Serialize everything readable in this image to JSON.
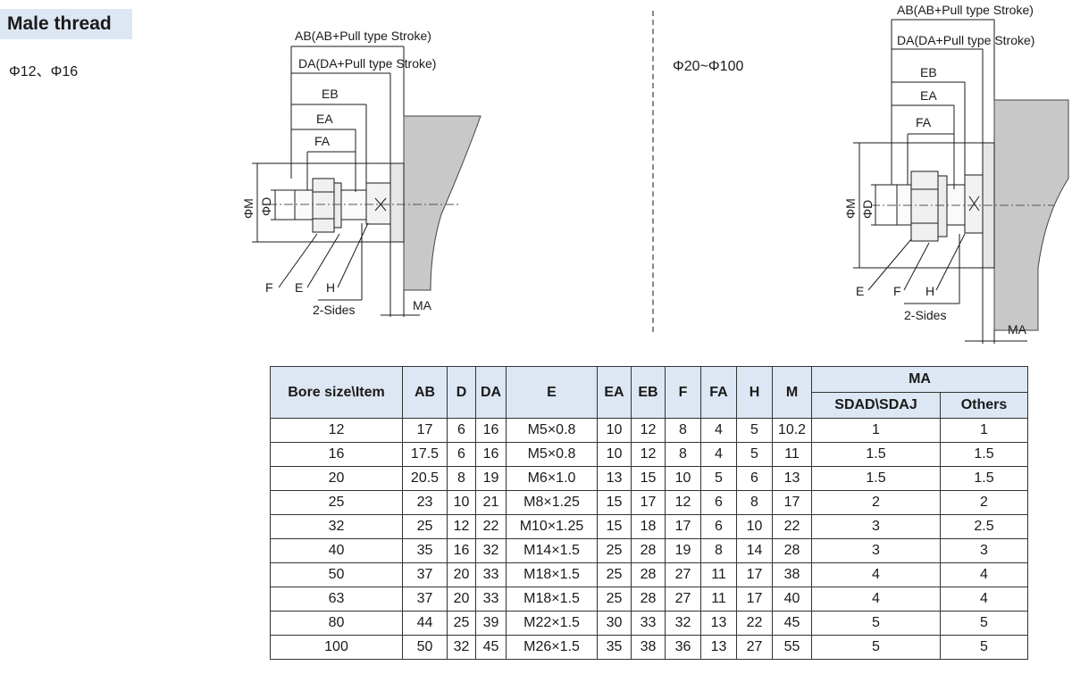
{
  "section_title": "Male thread",
  "left_diagram": {
    "range": "Φ12、Φ16",
    "labels": {
      "ab": "AB(AB+Pull type Stroke)",
      "da": "DA(DA+Pull type Stroke)",
      "eb": "EB",
      "ea": "EA",
      "fa": "FA",
      "phi_m": "ΦM",
      "phi_d": "ΦD",
      "f": "F",
      "e": "E",
      "h": "H",
      "two_sides": "2-Sides",
      "ma": "MA"
    }
  },
  "right_diagram": {
    "range": "Φ20~Φ100",
    "labels": {
      "ab": "AB(AB+Pull type Stroke)",
      "da": "DA(DA+Pull type Stroke)",
      "eb": "EB",
      "ea": "EA",
      "fa": "FA",
      "phi_m": "ΦM",
      "phi_d": "ΦD",
      "e": "E",
      "f": "F",
      "h": "H",
      "two_sides": "2-Sides",
      "ma": "MA"
    }
  },
  "table": {
    "headers": [
      "Bore size\\Item",
      "AB",
      "D",
      "DA",
      "E",
      "EA",
      "EB",
      "F",
      "FA",
      "H",
      "M"
    ],
    "group_header": "MA",
    "sub_headers": [
      "SDAD\\SDAJ",
      "Others"
    ],
    "rows": [
      [
        "12",
        "17",
        "6",
        "16",
        "M5×0.8",
        "10",
        "12",
        "8",
        "4",
        "5",
        "10.2",
        "1",
        "1"
      ],
      [
        "16",
        "17.5",
        "6",
        "16",
        "M5×0.8",
        "10",
        "12",
        "8",
        "4",
        "5",
        "11",
        "1.5",
        "1.5"
      ],
      [
        "20",
        "20.5",
        "8",
        "19",
        "M6×1.0",
        "13",
        "15",
        "10",
        "5",
        "6",
        "13",
        "1.5",
        "1.5"
      ],
      [
        "25",
        "23",
        "10",
        "21",
        "M8×1.25",
        "15",
        "17",
        "12",
        "6",
        "8",
        "17",
        "2",
        "2"
      ],
      [
        "32",
        "25",
        "12",
        "22",
        "M10×1.25",
        "15",
        "18",
        "17",
        "6",
        "10",
        "22",
        "3",
        "2.5"
      ],
      [
        "40",
        "35",
        "16",
        "32",
        "M14×1.5",
        "25",
        "28",
        "19",
        "8",
        "14",
        "28",
        "3",
        "3"
      ],
      [
        "50",
        "37",
        "20",
        "33",
        "M18×1.5",
        "25",
        "28",
        "27",
        "11",
        "17",
        "38",
        "4",
        "4"
      ],
      [
        "63",
        "37",
        "20",
        "33",
        "M18×1.5",
        "25",
        "28",
        "27",
        "11",
        "17",
        "40",
        "4",
        "4"
      ],
      [
        "80",
        "44",
        "25",
        "39",
        "M22×1.5",
        "30",
        "33",
        "32",
        "13",
        "22",
        "45",
        "5",
        "5"
      ],
      [
        "100",
        "50",
        "32",
        "45",
        "M26×1.5",
        "35",
        "38",
        "36",
        "13",
        "27",
        "55",
        "5",
        "5"
      ]
    ]
  }
}
